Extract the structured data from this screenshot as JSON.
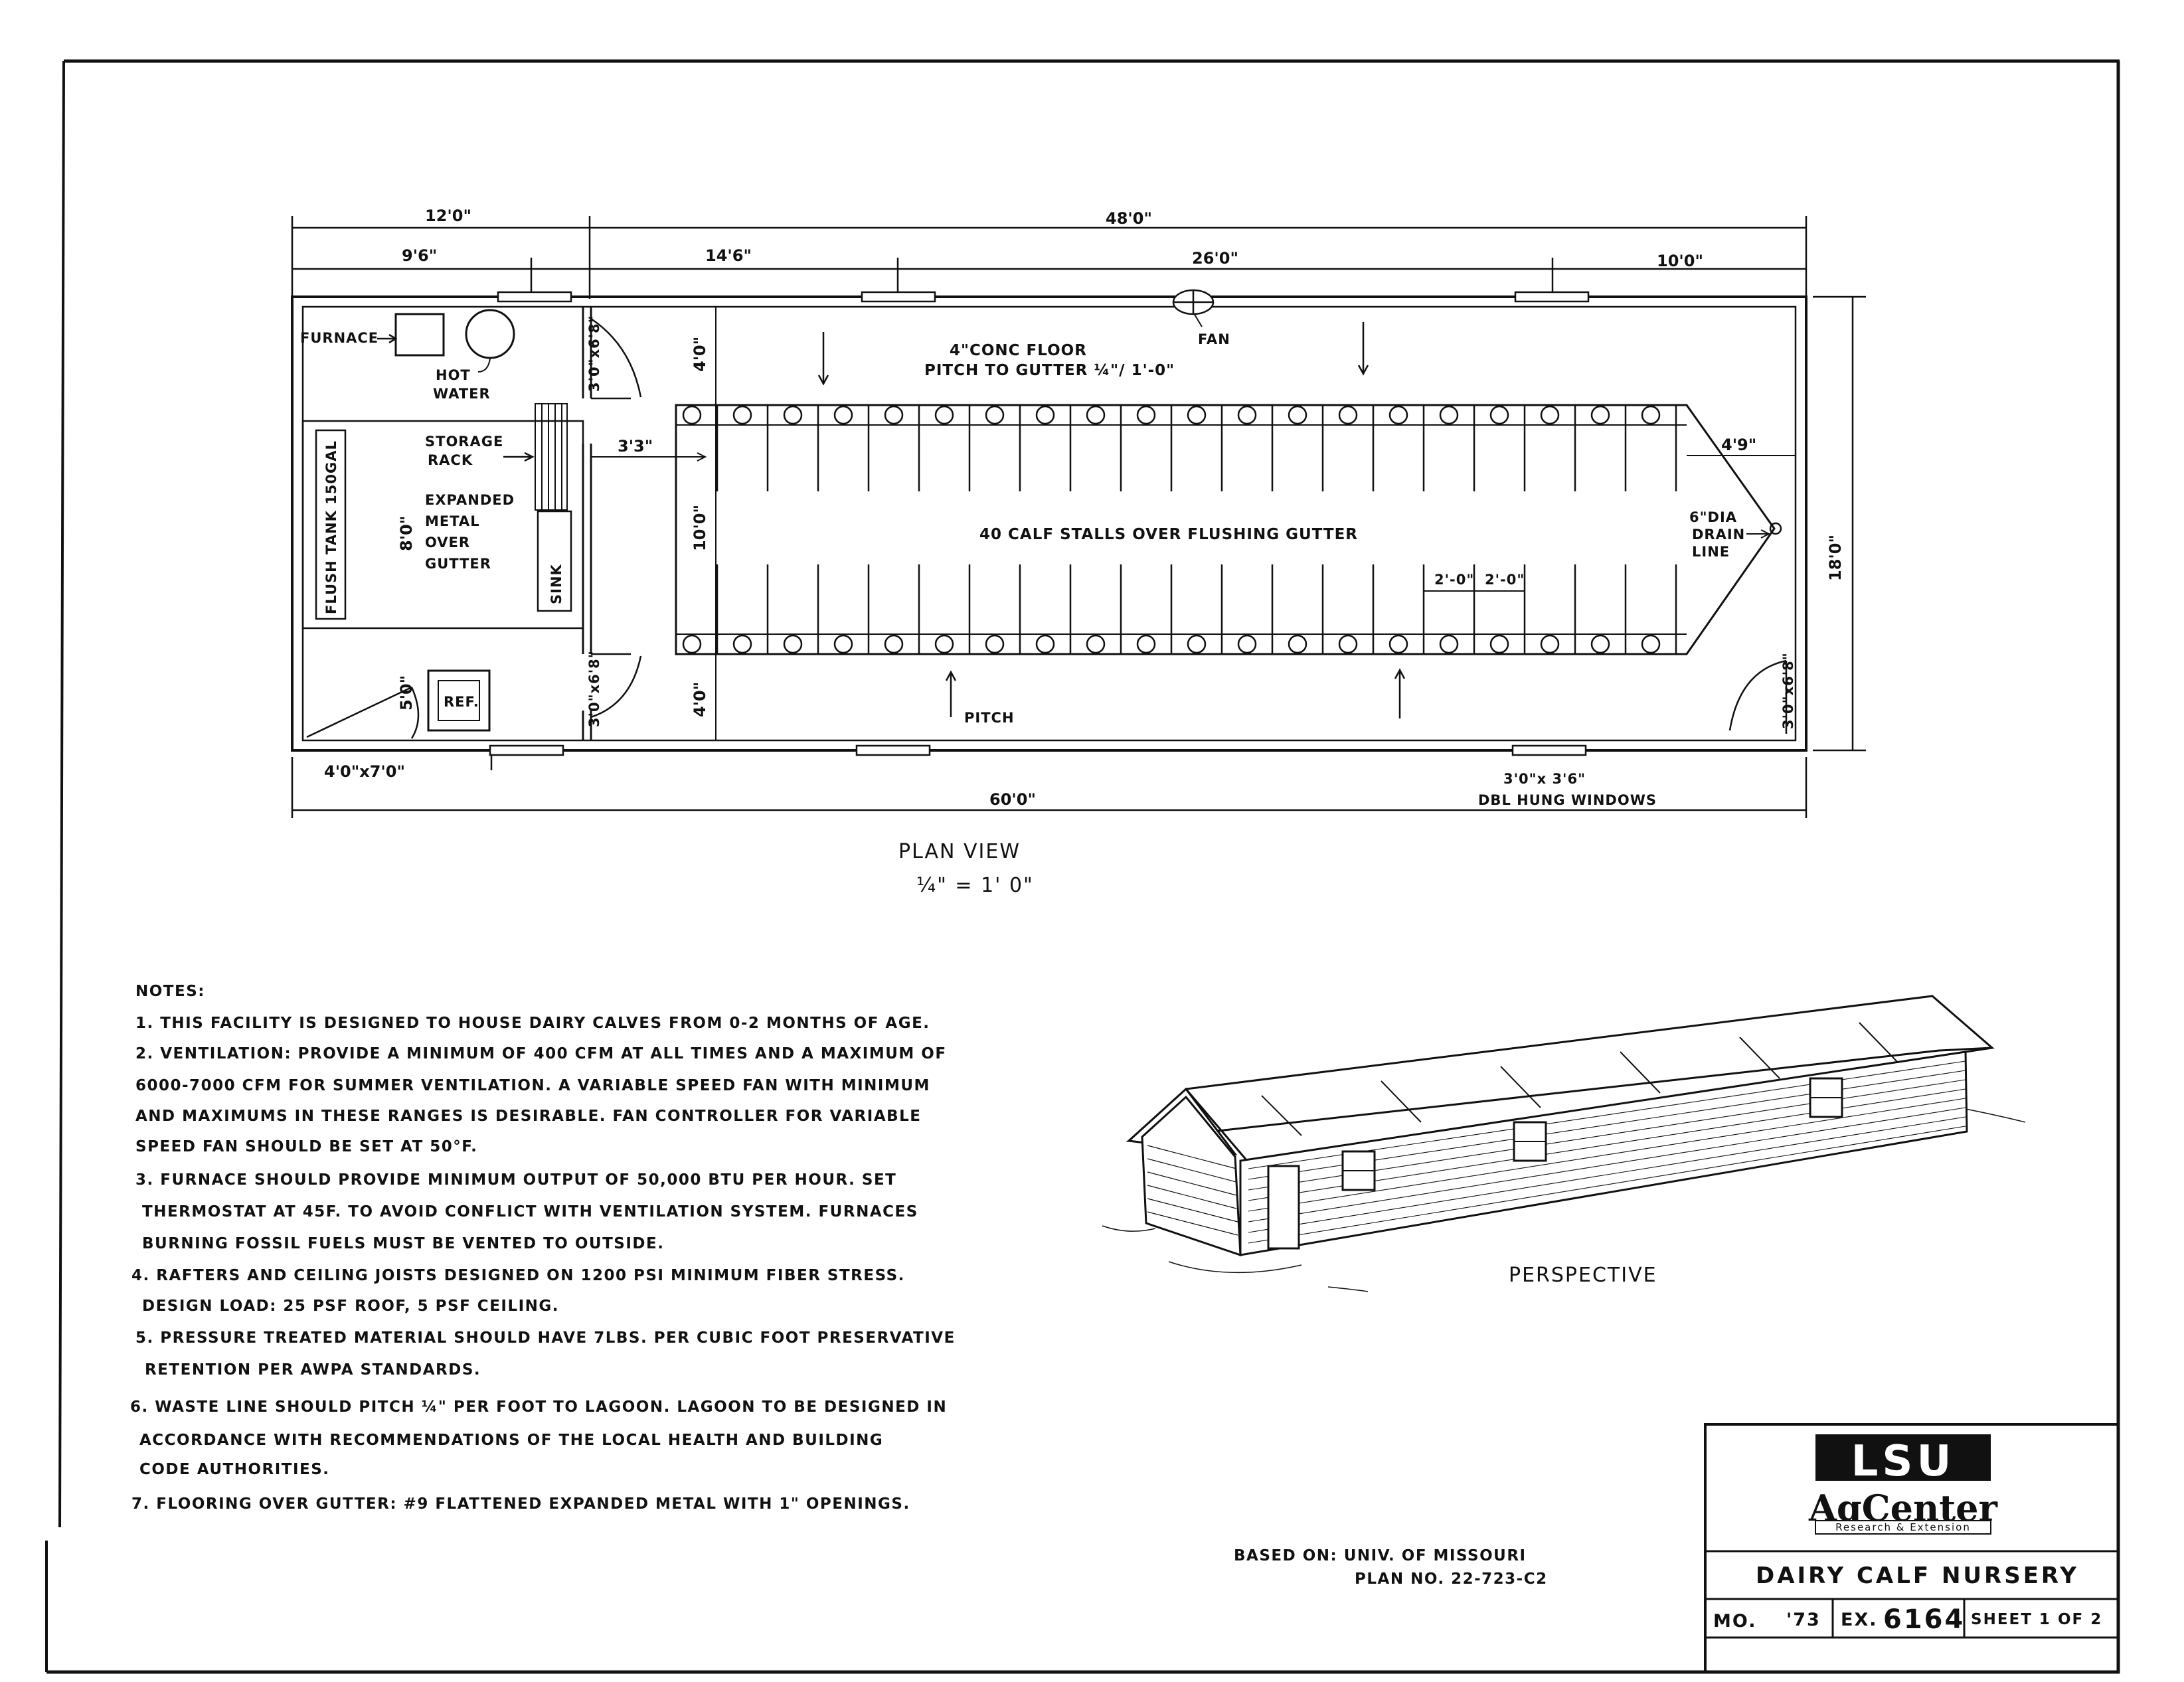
{
  "plan": {
    "dims_top": {
      "d12": "12'0\"",
      "d48": "48'0\"",
      "d96": "9'6\"",
      "d146": "14'6\"",
      "d26": "26'0\"",
      "d10": "10'0\""
    },
    "dim_bottom": "60'0\"",
    "dim_right": "18'0\"",
    "labels": {
      "furnace": "FURNACE",
      "hot": "HOT",
      "water": "WATER",
      "fan": "FAN",
      "floor1": "4\"CONC FLOOR",
      "floor2": "PITCH TO GUTTER ¼\"/ 1'-0\"",
      "storage": "STORAGE",
      "rack": "RACK",
      "exp1": "EXPANDED",
      "exp2": "METAL",
      "exp3": "OVER",
      "exp4": "GUTTER",
      "flush_tank": "FLUSH TANK 150GAL",
      "d8": "8'0\"",
      "sink": "SINK",
      "d33": "3'3\"",
      "d4a": "4'0\"",
      "d10v": "10'0\"",
      "d4b": "4'0\"",
      "stalls": "40 CALF STALLS OVER FLUSHING GUTTER",
      "d49": "4'9\"",
      "drain1": "6\"DIA",
      "drain2": "DRAIN",
      "drain3": "LINE",
      "s1": "2'-0\"",
      "s2": "2'-0\"",
      "door1": "3'0\"x6'8\"",
      "door2": "3'0\"x6'8\"",
      "door3": "3'0\"x6'8\"",
      "d5": "5'0\"",
      "ref": "REF.",
      "pitch": "PITCH",
      "door4": "4'0\"x7'0\"",
      "win1": "3'0\"x 3'6\"",
      "win2": "DBL HUNG WINDOWS"
    },
    "title": "PLAN VIEW",
    "scale": "¼\" = 1' 0\""
  },
  "notes": {
    "heading": "NOTES:",
    "lines": [
      "1. THIS FACILITY IS DESIGNED TO HOUSE DAIRY CALVES FROM 0-2 MONTHS OF AGE.",
      "2. VENTILATION: PROVIDE A MINIMUM OF 400 CFM AT ALL TIMES AND A MAXIMUM OF",
      "6000-7000 CFM FOR SUMMER VENTILATION. A VARIABLE SPEED FAN WITH MINIMUM",
      "AND MAXIMUMS IN THESE RANGES IS DESIRABLE. FAN CONTROLLER FOR VARIABLE",
      "SPEED FAN SHOULD BE SET AT 50°F.",
      "3. FURNACE SHOULD PROVIDE MINIMUM OUTPUT OF 50,000 BTU PER HOUR. SET",
      "THERMOSTAT AT 45F. TO AVOID CONFLICT WITH VENTILATION SYSTEM. FURNACES",
      "BURNING FOSSIL FUELS MUST BE VENTED TO OUTSIDE.",
      "4. RAFTERS AND CEILING JOISTS DESIGNED ON 1200 PSI MINIMUM FIBER STRESS.",
      "DESIGN LOAD: 25 PSF ROOF, 5 PSF CEILING.",
      "5. PRESSURE TREATED MATERIAL SHOULD HAVE 7LBS. PER CUBIC FOOT PRESERVATIVE",
      "RETENTION PER AWPA STANDARDS.",
      "6. WASTE LINE SHOULD PITCH ¼\" PER FOOT TO LAGOON. LAGOON TO BE DESIGNED IN",
      "ACCORDANCE WITH RECOMMENDATIONS OF THE LOCAL HEALTH AND BUILDING",
      "CODE AUTHORITIES.",
      "7. FLOORING OVER GUTTER: #9 FLATTENED EXPANDED METAL WITH 1\" OPENINGS."
    ]
  },
  "perspective": {
    "label": "PERSPECTIVE"
  },
  "based_on": {
    "line1": "BASED ON: UNIV. OF MISSOURI",
    "line2": "PLAN NO. 22-723-C2"
  },
  "title_block": {
    "logo_main": "LSU",
    "logo_sub": "AgCenter",
    "logo_tag": "Research & Extension",
    "title": "DAIRY CALF NURSERY",
    "mo": "MO.",
    "year": "'73",
    "ex_label": "EX.",
    "ex_num": "6164",
    "sheet": "SHEET 1 OF 2"
  }
}
